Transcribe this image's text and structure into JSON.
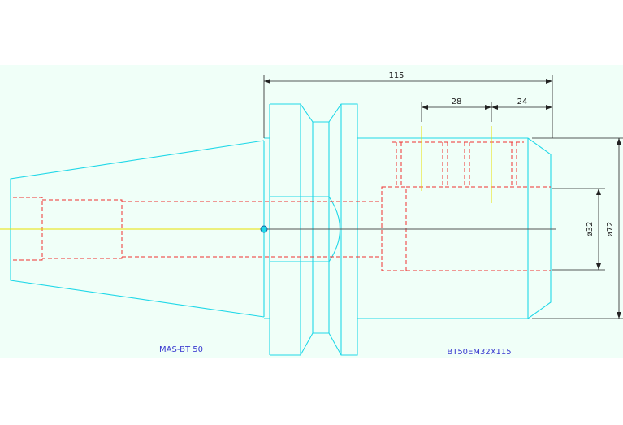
{
  "dimensions": {
    "overall_length": "115",
    "length_a": "28",
    "length_b": "24",
    "bore_diameter": "ø32",
    "outer_diameter": "ø72"
  },
  "captions": {
    "left_model": "MAS-BT 50",
    "right_model": "BT50EM32X115"
  },
  "colors": {
    "body_outline": "#20d8e8",
    "hidden_lines": "#f03030",
    "centerline": "#e8e000",
    "dimension_lines": "#222222",
    "caption_text": "#3a3ad0",
    "background": "#f0fff8"
  }
}
